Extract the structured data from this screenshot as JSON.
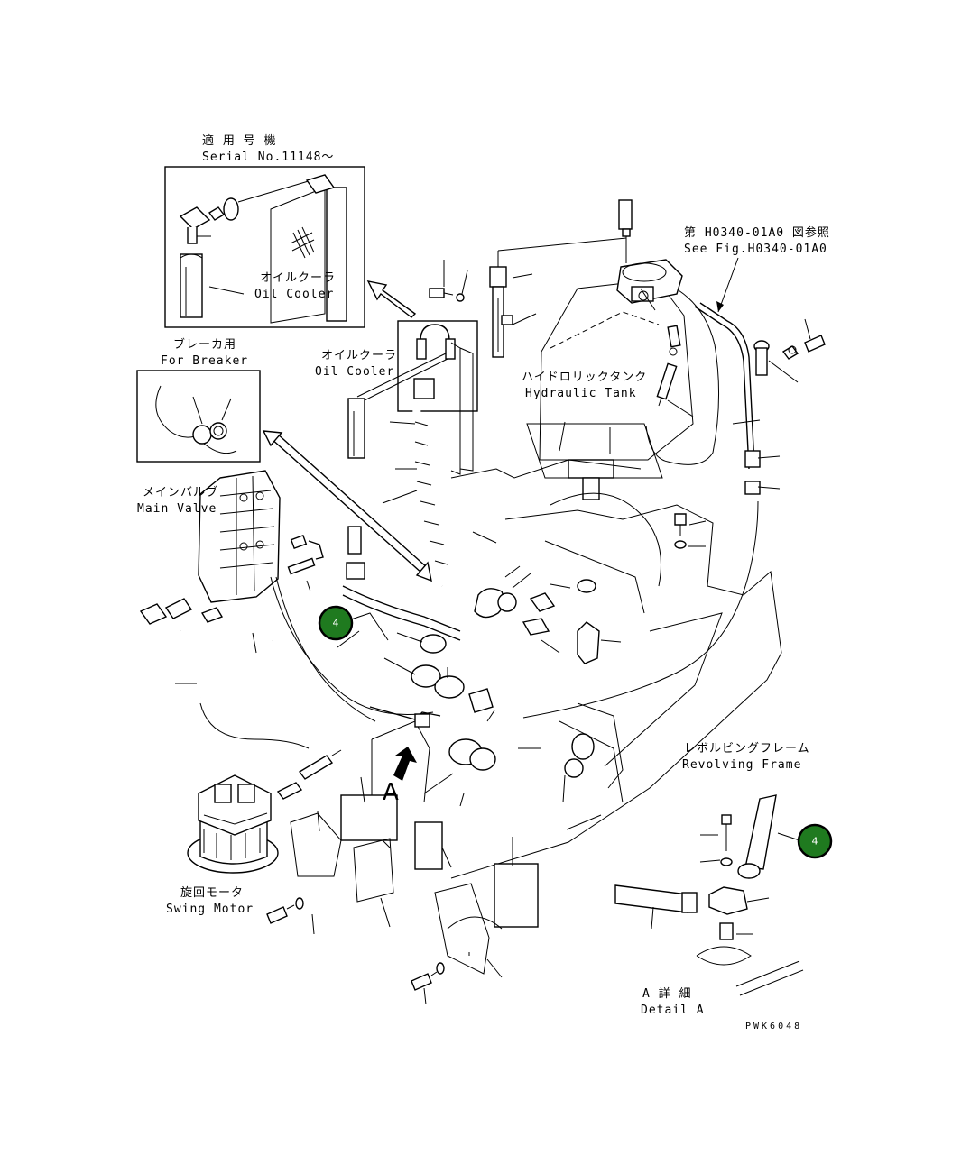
{
  "labels": {
    "serial_ja": "適 用 号 機",
    "serial_en": "Serial No.11148〜",
    "oil_cooler_inset_ja": "オイルクーラ",
    "oil_cooler_inset_en": "Oil Cooler",
    "oil_cooler_ja": "オイルクーラ",
    "oil_cooler_en": "Oil Cooler",
    "see_fig_ja": "第 H0340-01A0 図参照",
    "see_fig_en": "See Fig.H0340-01A0",
    "breaker_ja": "ブレーカ用",
    "breaker_en": "For Breaker",
    "hydraulic_tank_ja": "ハイドロリックタンク",
    "hydraulic_tank_en": "Hydraulic Tank",
    "main_valve_ja": "メインバルブ",
    "main_valve_en": "Main Valve",
    "revolving_frame_ja": "レボルビングフレーム",
    "revolving_frame_en": "Revolving Frame",
    "swing_motor_ja": "旋回モータ",
    "swing_motor_en": "Swing Motor",
    "detail_a_ja": "A 詳 細",
    "detail_a_en": "Detail A",
    "view_a": "A",
    "drawing_no": "PWK6048"
  },
  "callouts": [
    {
      "label": "4",
      "color": "#1f7a1f"
    },
    {
      "label": "4",
      "color": "#1f7a1f"
    }
  ]
}
